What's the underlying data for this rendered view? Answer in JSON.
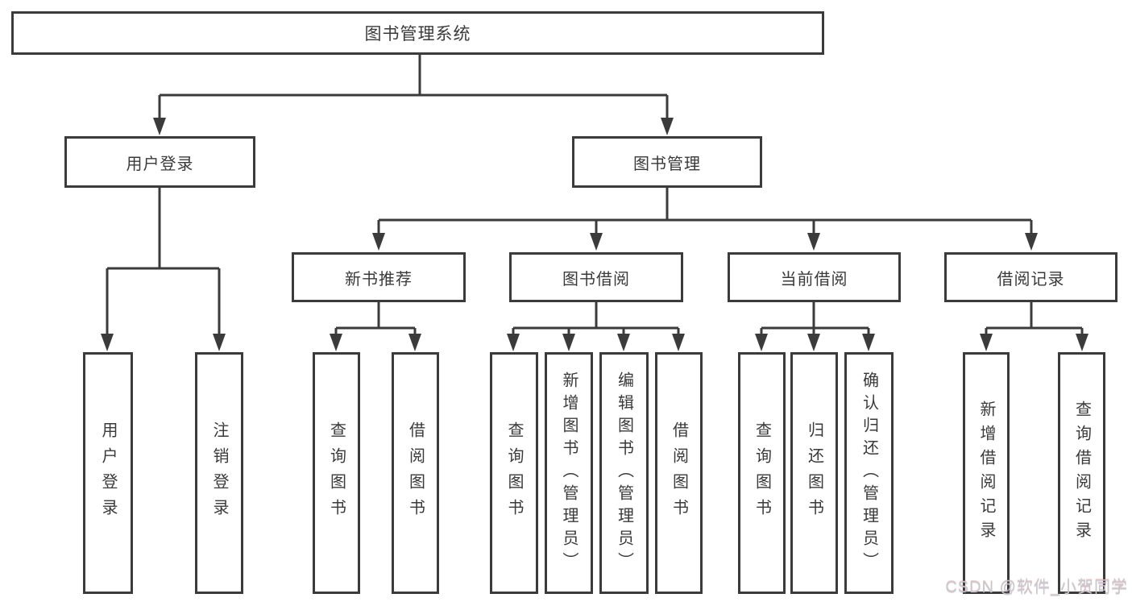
{
  "tree": {
    "root": {
      "label": "图书管理系统"
    },
    "branches": [
      {
        "label": "用户登录",
        "children": [
          {
            "label": "用户登录"
          },
          {
            "label": "注销登录"
          }
        ]
      },
      {
        "label": "图书管理",
        "groups": [
          {
            "label": "新书推荐",
            "children": [
              {
                "label": "查询图书"
              },
              {
                "label": "借阅图书"
              }
            ]
          },
          {
            "label": "图书借阅",
            "children": [
              {
                "label": "查询图书"
              },
              {
                "label": "新增图书（管理员）"
              },
              {
                "label": "编辑图书（管理员）"
              },
              {
                "label": "借阅图书"
              }
            ]
          },
          {
            "label": "当前借阅",
            "children": [
              {
                "label": "查询图书"
              },
              {
                "label": "归还图书"
              },
              {
                "label": "确认归还（管理员）"
              }
            ]
          },
          {
            "label": "借阅记录",
            "children": [
              {
                "label": "新增借阅记录"
              },
              {
                "label": "查询借阅记录"
              }
            ]
          }
        ]
      }
    ]
  },
  "watermark": {
    "text": "CSDN @软件_小贺同学"
  },
  "colors": {
    "line": "#3b3b3b",
    "box_border": "#3b3b3b",
    "box_fill": "#ffffff",
    "text": "#3a3a3a",
    "watermark": "#c9c9c9"
  }
}
